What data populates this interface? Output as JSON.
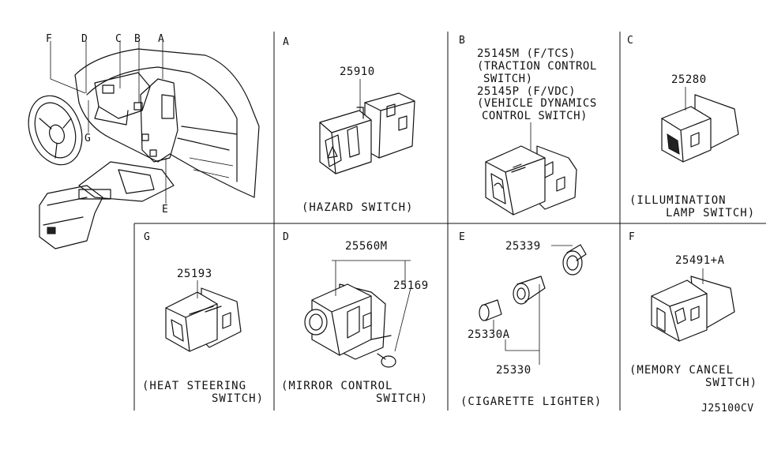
{
  "diagram_id": "J25100CV",
  "overview": {
    "callouts": [
      "F",
      "D",
      "C",
      "B",
      "A",
      "G",
      "E"
    ]
  },
  "panels": {
    "A": {
      "letter": "A",
      "part": "25910",
      "caption": "(HAZARD SWITCH)"
    },
    "B": {
      "letter": "B",
      "line1": "25145M (F/TCS)",
      "line2": "(TRACTION CONTROL",
      "line3": "SWITCH)",
      "line4": "25145P (F/VDC)",
      "line5": "(VEHICLE DYNAMICS",
      "line6": "CONTROL SWITCH)"
    },
    "C": {
      "letter": "C",
      "part": "25280",
      "caption1": "(ILLUMINATION",
      "caption2": "LAMP SWITCH)"
    },
    "G": {
      "letter": "G",
      "part": "25193",
      "caption1": "(HEAT STEERING",
      "caption2": "SWITCH)"
    },
    "D": {
      "letter": "D",
      "part1": "25560M",
      "part2": "25169",
      "caption1": "(MIRROR CONTROL",
      "caption2": "SWITCH)"
    },
    "E": {
      "letter": "E",
      "part1": "25339",
      "part2": "25330A",
      "part3": "25330",
      "caption": "(CIGARETTE LIGHTER)"
    },
    "F": {
      "letter": "F",
      "part": "25491+A",
      "caption1": "(MEMORY CANCEL",
      "caption2": "SWITCH)"
    }
  },
  "footer_code": "J25100CV"
}
